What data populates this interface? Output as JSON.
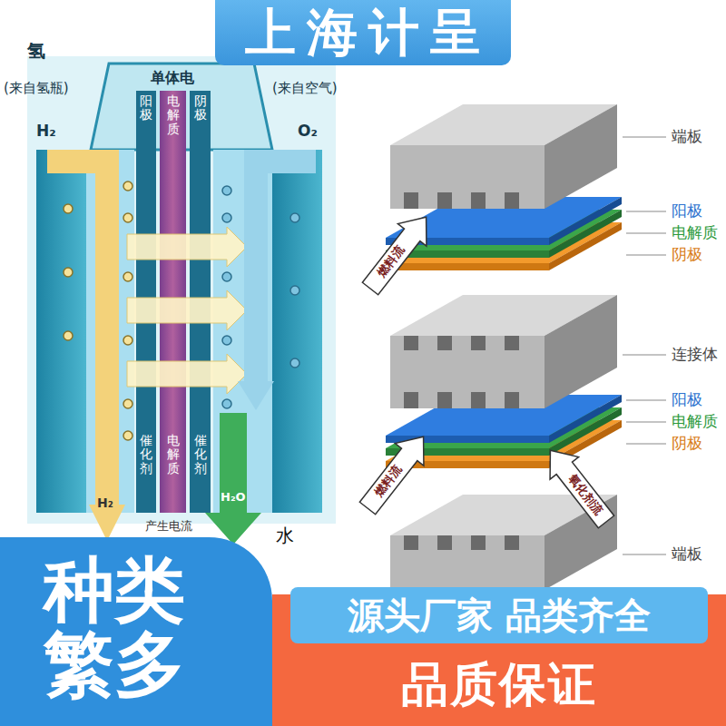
{
  "diagram": {
    "nodes": [
      {
        "text": [
          "上海计呈"
        ]
      },
      {
        "text": [
          "种类 繁多"
        ]
      },
      {
        "text": [
          "品质保证"
        ]
      },
      {
        "text": [
          "源头厂家 品类齐全"
        ],
        "in": 2
      }
    ],
    "labels": [
      "氢",
      "(来自氢瓶)",
      "H₂",
      "单体电",
      "(来自空气)",
      "O₂",
      "阳极",
      "电解质",
      "阴极",
      "催化剂",
      "电解质",
      "催化剂",
      "H₂",
      "产生电流",
      "H₂O",
      "水",
      "端板",
      "燃料流",
      "阳极",
      "电解质",
      "阴极",
      "连接体",
      "燃料流",
      "氧化剂流",
      "阳极",
      "电解质",
      "阴极",
      "端板"
    ]
  }
}
